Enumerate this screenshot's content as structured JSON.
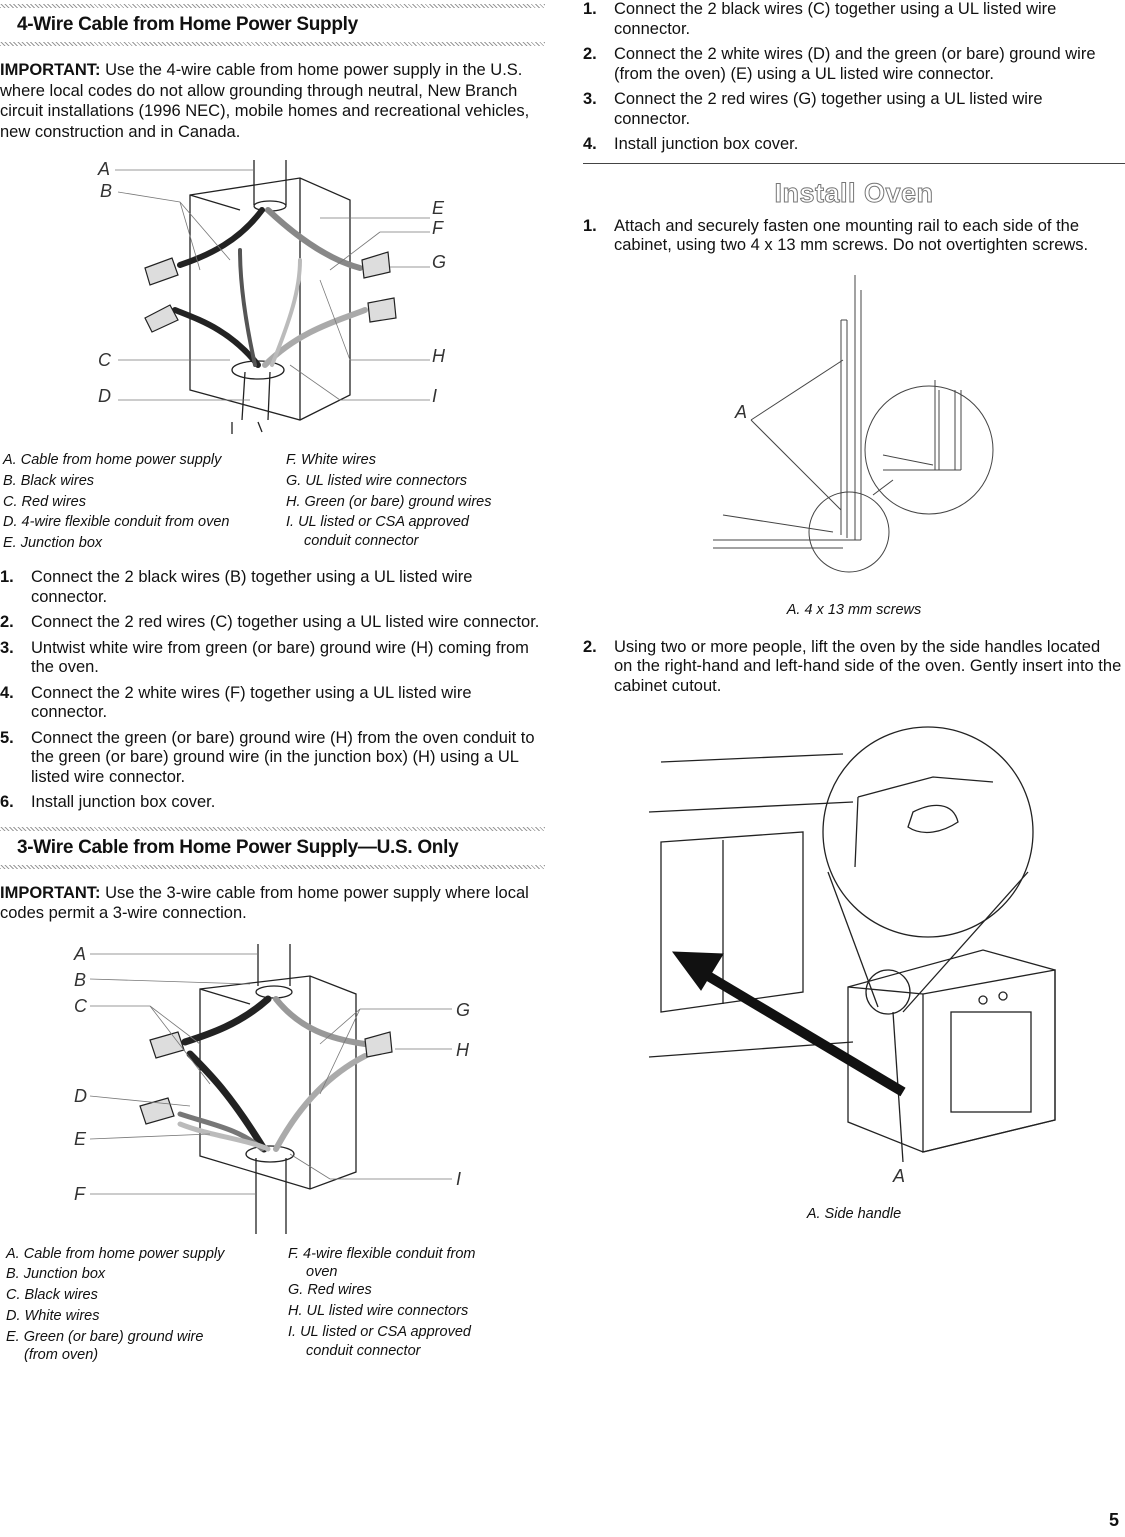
{
  "section1": {
    "title": "4-Wire Cable from Home Power Supply",
    "important_label": "IMPORTANT:",
    "important_text": " Use the 4-wire cable from home power supply in the U.S. where local codes do not allow grounding through neutral, New Branch circuit installations (1996 NEC), mobile homes and recreational vehicles, new construction and in Canada.",
    "figure_labels": [
      "A",
      "B",
      "C",
      "D",
      "E",
      "F",
      "G",
      "H",
      "I"
    ],
    "legend_left": [
      "A. Cable from home power supply",
      "B. Black wires",
      "C. Red wires",
      "D. 4-wire flexible conduit from oven",
      "E. Junction box"
    ],
    "legend_right": [
      "F. White wires",
      "G. UL listed wire connectors",
      "H. Green (or bare) ground wires",
      "I. UL listed or CSA approved",
      "conduit connector"
    ],
    "steps": [
      {
        "num": "1.",
        "text": "Connect the 2 black wires (B) together using a UL listed wire connector."
      },
      {
        "num": "2.",
        "text": "Connect the 2 red wires (C) together using a UL listed wire connector."
      },
      {
        "num": "3.",
        "text": "Untwist white wire from green (or bare) ground wire (H) coming from the oven."
      },
      {
        "num": "4.",
        "text": "Connect the 2 white wires (F) together using a UL listed wire connector."
      },
      {
        "num": "5.",
        "text": "Connect the green (or bare) ground wire (H) from the oven conduit to the green (or bare) ground wire (in the junction box) (H) using a UL listed wire connector."
      },
      {
        "num": "6.",
        "text": "Install junction box cover."
      }
    ]
  },
  "section2": {
    "title": "3-Wire Cable from Home Power Supply—U.S. Only",
    "important_label": "IMPORTANT:",
    "important_text": " Use the 3-wire cable from home power supply where local codes permit a 3-wire connection.",
    "figure_labels": [
      "A",
      "B",
      "C",
      "D",
      "E",
      "F",
      "G",
      "H",
      "I"
    ],
    "legend_left": [
      "A. Cable from home power supply",
      "B. Junction box",
      "C. Black wires",
      "D. White wires",
      "E. Green (or bare) ground wire",
      "(from oven)"
    ],
    "legend_right": [
      "F. 4-wire flexible conduit from",
      "oven",
      "G. Red wires",
      "H. UL listed wire connectors",
      "I. UL listed or CSA approved",
      "conduit connector"
    ]
  },
  "right_steps": [
    {
      "num": "1.",
      "text": "Connect the 2 black wires (C) together using a UL listed wire connector."
    },
    {
      "num": "2.",
      "text": "Connect the 2 white wires (D) and the green (or bare) ground wire (from the oven) (E) using a UL listed wire connector."
    },
    {
      "num": "3.",
      "text": "Connect the 2 red wires (G) together using a UL listed wire connector."
    },
    {
      "num": "4.",
      "text": "Install junction box cover."
    }
  ],
  "install": {
    "title": "Install Oven",
    "step1": {
      "num": "1.",
      "text": "Attach and securely fasten one mounting rail to each side of the cabinet, using two 4 x 13 mm screws. Do not overtighten screws."
    },
    "fig1_label": "A",
    "fig1_caption": "A. 4 x 13 mm screws",
    "step2": {
      "num": "2.",
      "text": "Using two or more people, lift the oven by the side handles located on the right-hand and left-hand side of the oven. Gently insert into the cabinet cutout."
    },
    "fig2_label": "A",
    "fig2_caption": "A. Side handle"
  },
  "page_number": "5",
  "colors": {
    "text": "#111111",
    "hatch": "#9a9a9a",
    "rule": "#444444"
  }
}
